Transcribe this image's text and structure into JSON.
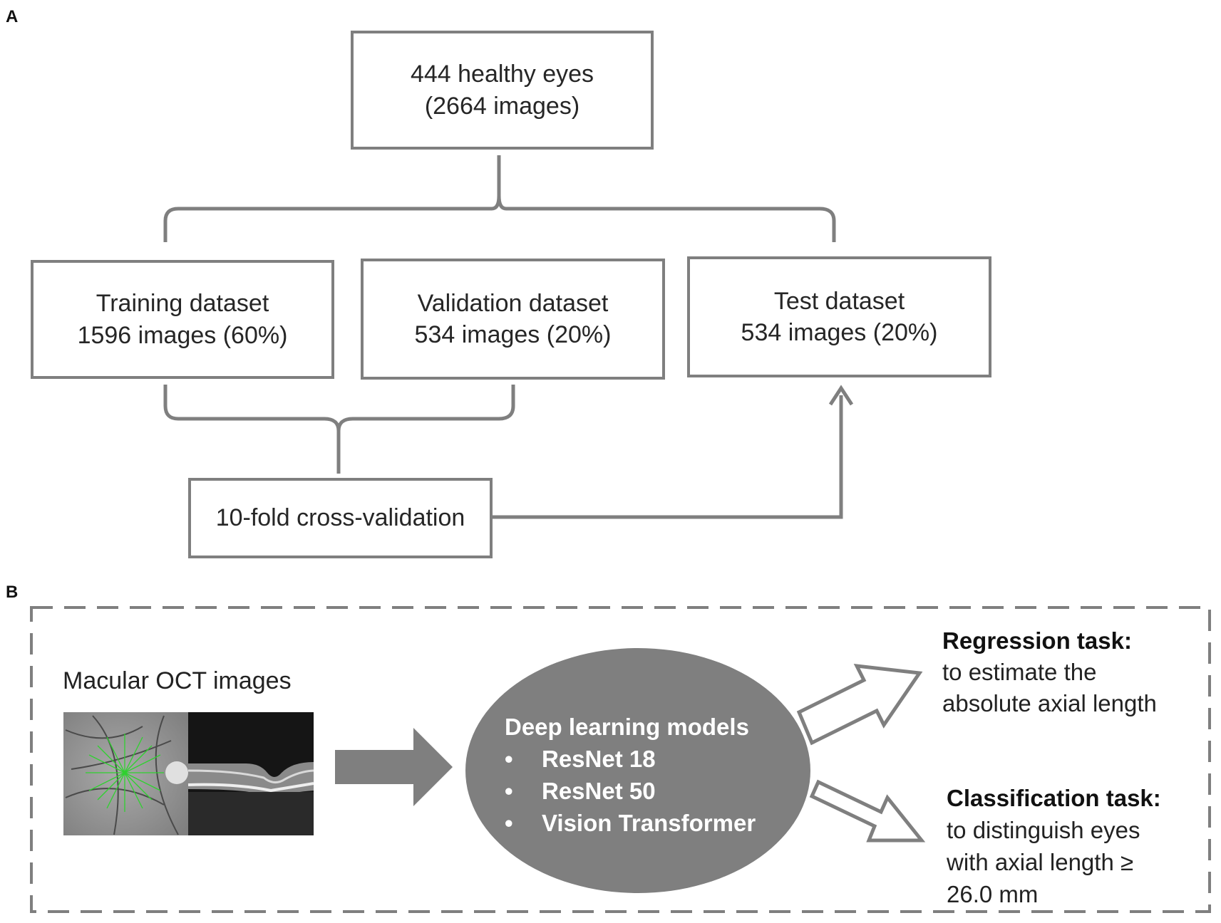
{
  "panel_a": {
    "label": "A",
    "top_box": {
      "line1": "444 healthy eyes",
      "line2": "(2664 images)"
    },
    "training": {
      "line1": "Training dataset",
      "line2": "1596 images (60%)"
    },
    "validation": {
      "line1": "Validation dataset",
      "line2": "534 images (20%)"
    },
    "test": {
      "line1": "Test dataset",
      "line2": "534 images (20%)"
    },
    "crossval": {
      "label": "10-fold cross-validation"
    }
  },
  "panel_b": {
    "label": "B",
    "oct_title": "Macular OCT images",
    "models": {
      "title": "Deep learning models",
      "bullet": "•",
      "items": [
        "ResNet 18",
        "ResNet 50",
        "Vision Transformer"
      ]
    },
    "regression": {
      "title": "Regression task:",
      "line1": "to estimate the",
      "line2": "absolute axial length"
    },
    "classification": {
      "title": "Classification task:",
      "line1": "to distinguish eyes",
      "line2": "with axial length ≥",
      "line3": "26.0 mm"
    }
  },
  "colors": {
    "stroke": "#7f7f7f",
    "ellipse": "#7f7f7f",
    "oct_dark": "#1a1a1a",
    "oct_fundus": "#9a9a9a",
    "scan_lines": "#2fd12f"
  }
}
